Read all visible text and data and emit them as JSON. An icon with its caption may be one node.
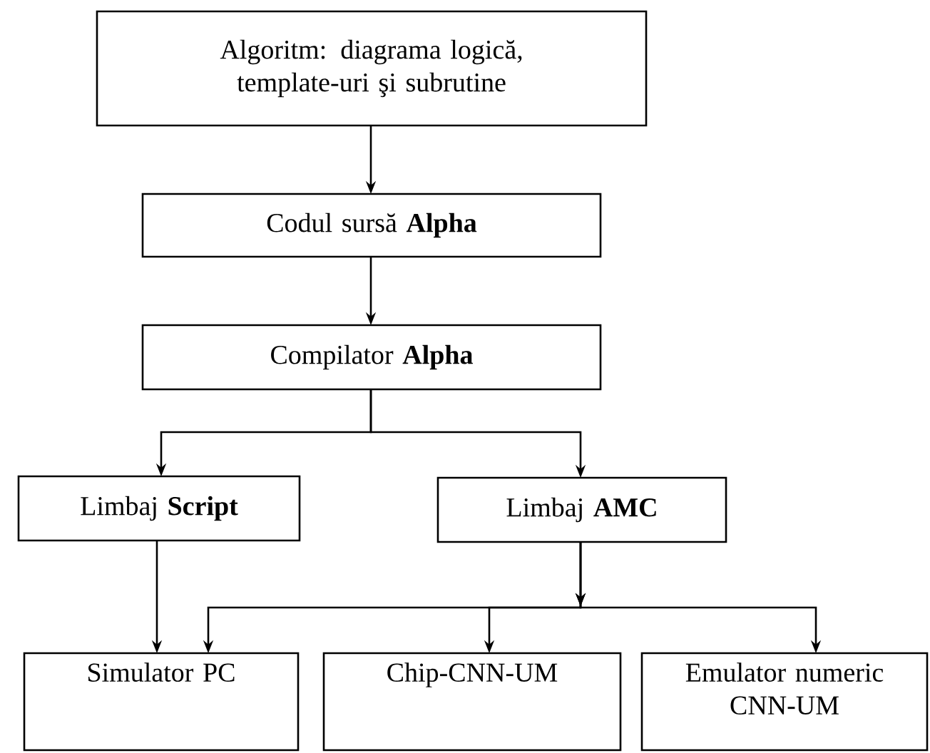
{
  "diagram": {
    "nodes": [
      {
        "text": [
          "Algoritm: diagrama logică, template-uri şi subrutine"
        ]
      },
      {
        "text": [
          "Codul sursă **Alpha**"
        ]
      },
      {
        "text": [
          "Compilator **Alpha**"
        ]
      },
      {
        "text": [
          "Limbaj **Script**"
        ]
      },
      {
        "text": [
          "Limbaj **AMC**"
        ]
      },
      {
        "text": [
          "Simulator PC"
        ]
      },
      {
        "text": [
          "Chip-CNN-UM"
        ]
      },
      {
        "text": [
          "Emulator numeric CNN-UM"
        ]
      }
    ],
    "edges": [
      {
        "from": 0,
        "to": 1,
        "arrow": "to"
      },
      {
        "from": 1,
        "to": 2,
        "arrow": "to"
      },
      {
        "from": 2,
        "to": 3,
        "arrow": "to"
      },
      {
        "from": 2,
        "to": 4,
        "arrow": "to"
      },
      {
        "from": 3,
        "to": 5,
        "arrow": "to"
      },
      {
        "from": 4,
        "to": 5,
        "arrow": "to"
      },
      {
        "from": 4,
        "to": 6,
        "arrow": "to"
      },
      {
        "from": 4,
        "to": 7,
        "arrow": "to"
      }
    ]
  }
}
